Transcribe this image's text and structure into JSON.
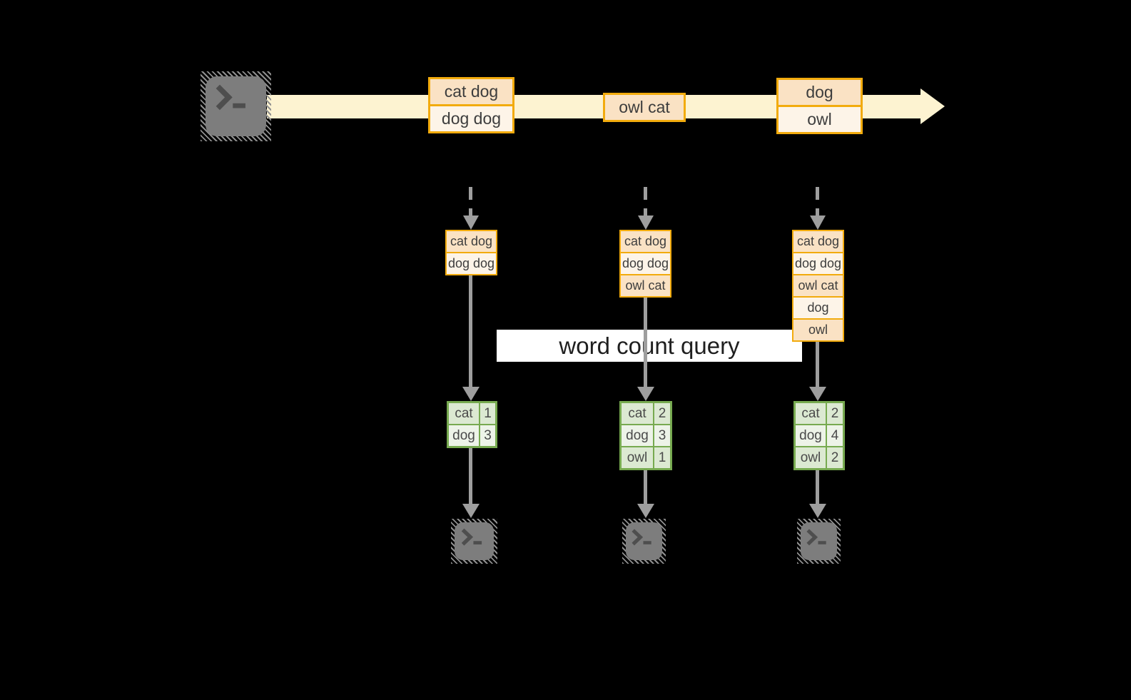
{
  "banner": {
    "label": "word count query"
  },
  "stream": {
    "events": [
      {
        "lines": [
          "cat dog",
          "dog dog"
        ]
      },
      {
        "lines": [
          "owl cat"
        ]
      },
      {
        "lines": [
          "dog",
          "owl"
        ]
      }
    ]
  },
  "columns": [
    {
      "buffer": [
        "cat dog",
        "dog dog"
      ],
      "counts": [
        {
          "word": "cat",
          "count": "1"
        },
        {
          "word": "dog",
          "count": "3"
        }
      ]
    },
    {
      "buffer": [
        "cat dog",
        "dog dog",
        "owl cat"
      ],
      "counts": [
        {
          "word": "cat",
          "count": "2"
        },
        {
          "word": "dog",
          "count": "3"
        },
        {
          "word": "owl",
          "count": "1"
        }
      ]
    },
    {
      "buffer": [
        "cat dog",
        "dog dog",
        "owl cat",
        "dog",
        "owl"
      ],
      "counts": [
        {
          "word": "cat",
          "count": "2"
        },
        {
          "word": "dog",
          "count": "4"
        },
        {
          "word": "owl",
          "count": "2"
        }
      ]
    }
  ],
  "icons": {
    "source": "terminal-icon",
    "outputs": [
      "terminal-icon",
      "terminal-icon",
      "terminal-icon"
    ]
  },
  "colors": {
    "background": "#000000",
    "stream_band": "#fdf3d1",
    "event_border": "#f2ab0d",
    "event_fill_dark": "#fae2c4",
    "event_fill_light": "#fdf4e8",
    "table_border": "#77aa50",
    "table_fill_dark": "#dce9d2",
    "table_fill_light": "#edf3e8",
    "arrow_gray": "#9e9e9e",
    "terminal_gray": "#7d7d7d",
    "banner_bg": "#ffffff",
    "text": "#3d3d3d"
  }
}
